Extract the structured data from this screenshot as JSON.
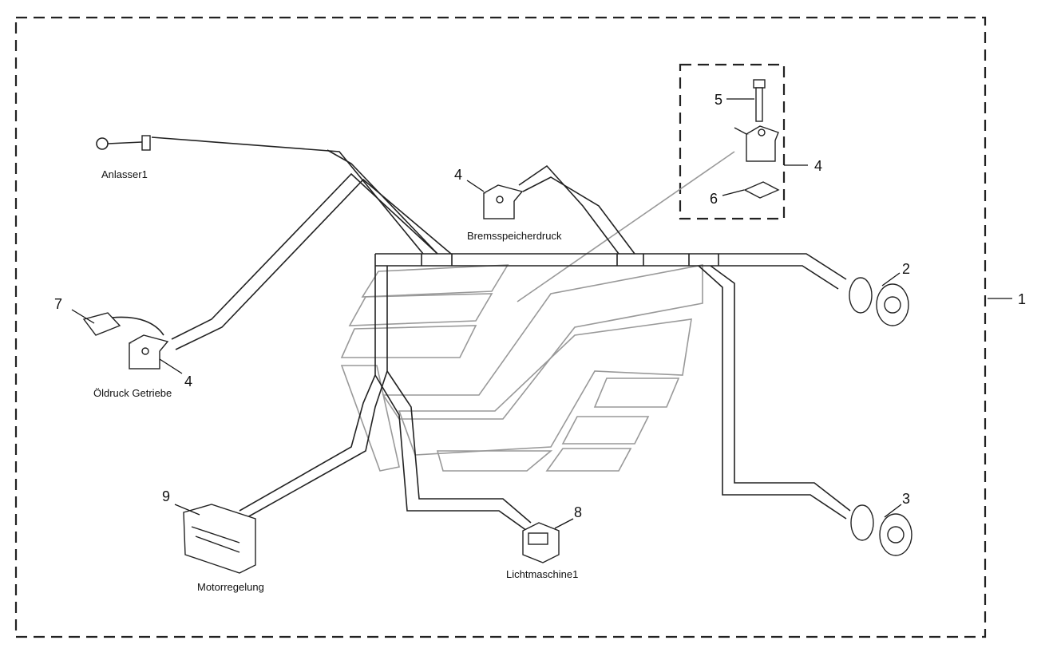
{
  "labels": {
    "anlasser": "Anlasser1",
    "bremsspeicherdruck": "Bremsspeicherdruck",
    "oeldruck": "Öldruck Getriebe",
    "motorregelung": "Motorregelung",
    "lichtmaschine": "Lichtmaschine1"
  },
  "callouts": {
    "c1": "1",
    "c2": "2",
    "c3": "3",
    "c4_top": "4",
    "c4_brems": "4",
    "c4_oel": "4",
    "c5": "5",
    "c6": "6",
    "c7": "7",
    "c8": "8",
    "c9": "9"
  },
  "colors": {
    "line": "#222222",
    "watermark": "#999999",
    "background": "#ffffff"
  }
}
